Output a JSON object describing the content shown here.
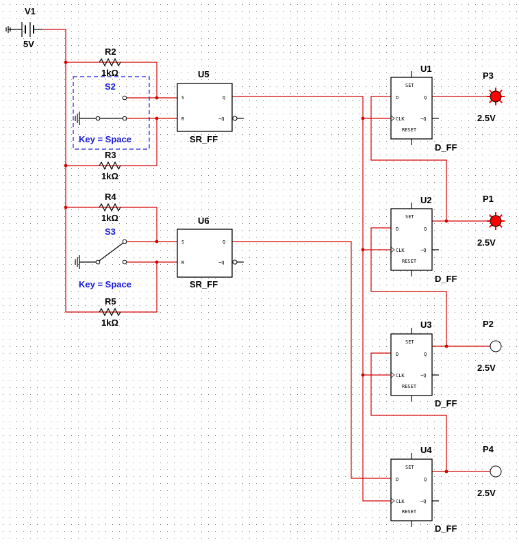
{
  "colors": {
    "wire": "#d40000",
    "switch_label": "#1a1adb",
    "probe_on": "#ff0000",
    "probe_off": "#ffffff"
  },
  "source": {
    "ref": "V1",
    "value": "5V"
  },
  "resistors": [
    {
      "ref": "R2",
      "value": "1kΩ"
    },
    {
      "ref": "R3",
      "value": "1kΩ"
    },
    {
      "ref": "R4",
      "value": "1kΩ"
    },
    {
      "ref": "R5",
      "value": "1kΩ"
    }
  ],
  "switches": [
    {
      "ref": "S2",
      "key": "Key = Space",
      "selected": true
    },
    {
      "ref": "S3",
      "key": "Key = Space",
      "selected": false
    }
  ],
  "sr_flipflops": [
    {
      "ref": "U5",
      "type": "SR_FF",
      "pins": {
        "s": "S",
        "r": "R",
        "q": "Q",
        "nq": "~Q"
      }
    },
    {
      "ref": "U6",
      "type": "SR_FF",
      "pins": {
        "s": "S",
        "r": "R",
        "q": "Q",
        "nq": "~Q"
      }
    }
  ],
  "d_flipflops": [
    {
      "ref": "U1",
      "type": "D_FF",
      "pins": {
        "set": "SET",
        "d": "D",
        "q": "Q",
        "clk": "CLK",
        "nq": "~Q",
        "reset": "RESET"
      }
    },
    {
      "ref": "U2",
      "type": "D_FF",
      "pins": {
        "set": "SET",
        "d": "D",
        "q": "Q",
        "clk": "CLK",
        "nq": "~Q",
        "reset": "RESET"
      }
    },
    {
      "ref": "U3",
      "type": "D_FF",
      "pins": {
        "set": "SET",
        "d": "D",
        "q": "Q",
        "clk": "CLK",
        "nq": "~Q",
        "reset": "RESET"
      }
    },
    {
      "ref": "U4",
      "type": "D_FF",
      "pins": {
        "set": "SET",
        "d": "D",
        "q": "Q",
        "clk": "CLK",
        "nq": "~Q",
        "reset": "RESET"
      }
    }
  ],
  "probes": [
    {
      "ref": "P3",
      "value": "2.5V",
      "lit": true
    },
    {
      "ref": "P1",
      "value": "2.5V",
      "lit": true
    },
    {
      "ref": "P2",
      "value": "2.5V",
      "lit": false
    },
    {
      "ref": "P4",
      "value": "2.5V",
      "lit": false
    }
  ]
}
